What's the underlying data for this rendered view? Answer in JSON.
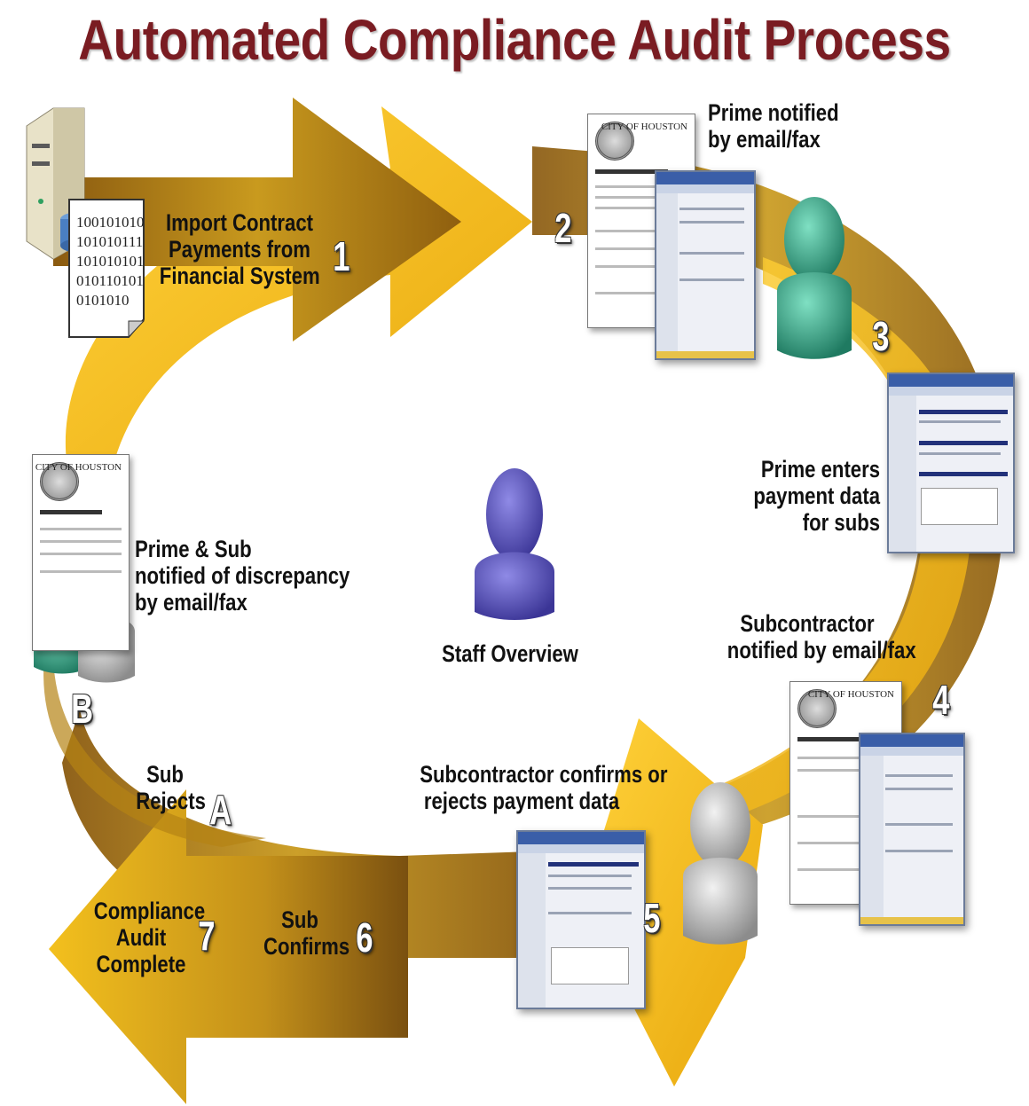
{
  "title": "Automated Compliance Audit Process",
  "steps": {
    "s1": {
      "number": "1",
      "lines": [
        "Import Contract",
        "Payments from",
        "Financial System"
      ]
    },
    "s2": {
      "number": "2",
      "lines": [
        "Prime notified",
        "by email/fax"
      ]
    },
    "s3": {
      "number": "3",
      "lines": [
        "Prime enters",
        "payment data",
        "for subs"
      ]
    },
    "s4": {
      "number": "4",
      "lines": [
        "Subcontractor",
        "notified by email/fax"
      ]
    },
    "s5": {
      "number": "5",
      "lines": [
        "Subcontractor confirms or",
        "rejects payment data"
      ]
    },
    "s6": {
      "number": "6",
      "lines": [
        "Sub",
        "Confirms"
      ]
    },
    "s7": {
      "number": "7",
      "lines": [
        "Compliance",
        "Audit",
        "Complete"
      ]
    },
    "sA": {
      "letter": "A",
      "lines": [
        "Sub",
        "Rejects"
      ]
    },
    "sB": {
      "letter": "B",
      "lines": [
        "Prime & Sub",
        "notified of discrepancy",
        "by email/fax"
      ]
    }
  },
  "center_label": "Staff Overview",
  "binary_lines": [
    "100101010",
    "101010111",
    "101010101",
    "010110101",
    "0101010"
  ],
  "doc_header": "CITY OF HOUSTON",
  "colors": {
    "title": "#7a1c22",
    "arrow_light": "#f6c21a",
    "arrow_dark": "#9a6b12",
    "figure_green": "#3fa88c",
    "figure_purple": "#5b55b8",
    "figure_gray": "#b8b8b8"
  },
  "icons": [
    "server-icon",
    "binary-file-icon",
    "document-icon",
    "web-screen-icon",
    "person-icon"
  ]
}
